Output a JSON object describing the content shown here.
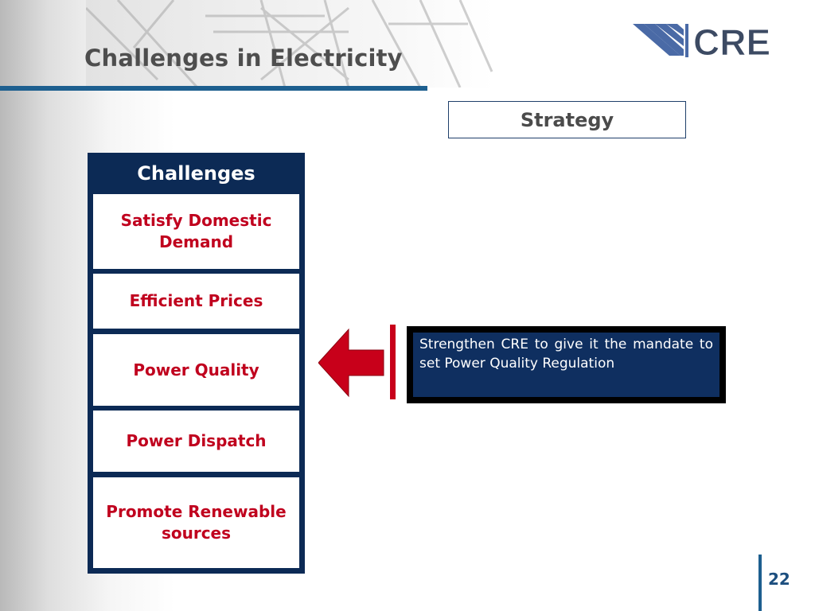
{
  "slide": {
    "title": "Challenges in Electricity",
    "page_number": "22"
  },
  "logo": {
    "text": "CRE",
    "icon": "cre-stripes-logo",
    "color": "#3a4a66"
  },
  "strategy": {
    "label": "Strategy"
  },
  "challenges": {
    "header": "Challenges",
    "items": [
      {
        "label": "Satisfy  Domestic Demand"
      },
      {
        "label": "Efficient Prices"
      },
      {
        "label": "Power Quality"
      },
      {
        "label": "Power Dispatch"
      },
      {
        "label": "Promote Renewable sources"
      }
    ]
  },
  "strategy_note": {
    "text": "Strengthen CRE to give it the mandate to set Power Quality Regulation",
    "arrow_icon": "left-arrow-icon"
  },
  "colors": {
    "navy": "#0c2a55",
    "accent_blue": "#1d5f8f",
    "challenge_red": "#c0001e",
    "arrow_red": "#c8001a"
  }
}
